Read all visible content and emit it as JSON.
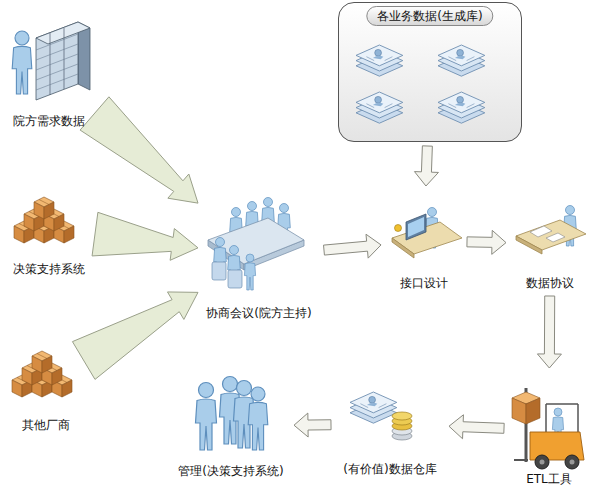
{
  "diagram": {
    "nodes": [
      {
        "text": [
          "院方需求数据"
        ]
      },
      {
        "text": [
          "各业务数据(生成库)"
        ]
      },
      {
        "text": [
          "决策支持系统"
        ]
      },
      {
        "text": [
          "协商会议(院方主持)"
        ]
      },
      {
        "text": [
          "接口设计"
        ]
      },
      {
        "text": [
          "数据协议"
        ]
      },
      {
        "text": [
          "其他厂商"
        ]
      },
      {
        "text": [
          "管理(决策支持系统)"
        ]
      },
      {
        "text": [
          "(有价值)数据仓库"
        ]
      },
      {
        "text": [
          "ETL工具"
        ]
      }
    ],
    "edges": [
      {
        "from": 0,
        "to": 3,
        "arrow": "to"
      },
      {
        "from": 2,
        "to": 3,
        "arrow": "to"
      },
      {
        "from": 6,
        "to": 3,
        "arrow": "to"
      },
      {
        "from": 1,
        "to": 4,
        "arrow": "to"
      },
      {
        "from": 3,
        "to": 4,
        "arrow": "to"
      },
      {
        "from": 4,
        "to": 5,
        "arrow": "to"
      },
      {
        "from": 5,
        "to": 9,
        "arrow": "to"
      },
      {
        "from": 9,
        "to": 8,
        "arrow": "to"
      },
      {
        "from": 8,
        "to": 7,
        "arrow": "to"
      }
    ]
  }
}
